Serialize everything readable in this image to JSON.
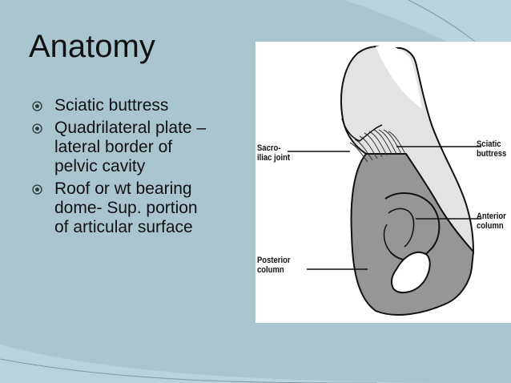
{
  "slide": {
    "title": "Anatomy",
    "bullets": [
      {
        "lines": [
          "Sciatic buttress"
        ]
      },
      {
        "lines": [
          "Quadrilateral plate –",
          "lateral border of",
          "pelvic cavity"
        ]
      },
      {
        "lines": [
          "Roof or wt bearing",
          "dome- Sup. portion",
          "of articular surface"
        ]
      }
    ],
    "bullet_icon": "circled-dot-icon"
  },
  "figure": {
    "labels": {
      "sacro_iliac": [
        "Sacro-",
        "iliac joint"
      ],
      "sciatic_buttress": [
        "Sciatic",
        "buttress"
      ],
      "anterior_column": [
        "Anterior",
        "column"
      ],
      "posterior_column": [
        "Posterior",
        "column"
      ]
    }
  },
  "colors": {
    "background": "#a9c6cf",
    "bone_light": "#e3e3e3",
    "bone_dark": "#969696",
    "outline": "#111111"
  }
}
